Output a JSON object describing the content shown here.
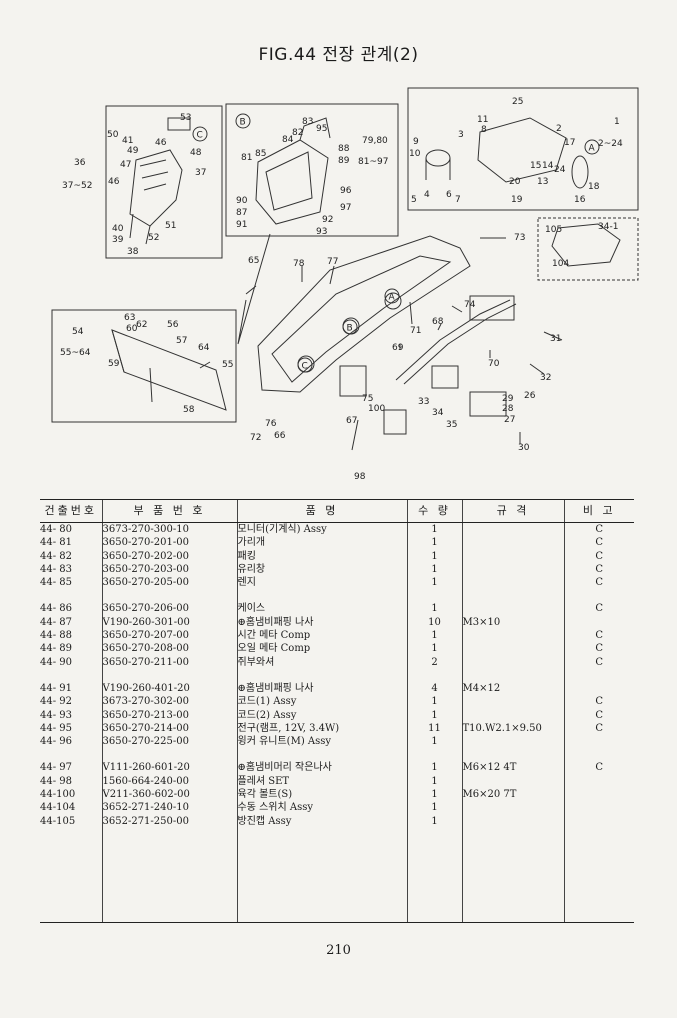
{
  "figure": {
    "title": "FIG.44 전장 관계(2)"
  },
  "callouts": [
    "53",
    "50",
    "41",
    "46",
    "49",
    "48",
    "36",
    "37~52",
    "47",
    "46",
    "37",
    "40",
    "39",
    "52",
    "38",
    "51",
    "83",
    "95",
    "84",
    "82",
    "88",
    "89",
    "85",
    "81",
    "79,80",
    "81~97",
    "90",
    "87",
    "91",
    "96",
    "97",
    "92",
    "93",
    "25",
    "11",
    "8",
    "3",
    "2",
    "17",
    "1",
    "2~24",
    "9",
    "10",
    "4",
    "6",
    "7",
    "5",
    "20",
    "13",
    "19",
    "15",
    "14",
    "24",
    "18",
    "16",
    "105",
    "34-1",
    "104",
    "73",
    "65",
    "78",
    "77",
    "54",
    "55~64",
    "63",
    "62",
    "56",
    "60",
    "57",
    "59",
    "64",
    "55",
    "58",
    "72",
    "76",
    "66",
    "67",
    "75",
    "100",
    "98",
    "71",
    "74",
    "68",
    "69",
    "70",
    "31",
    "32",
    "33",
    "34",
    "35",
    "29",
    "28",
    "27",
    "26",
    "30"
  ],
  "circle_labels": [
    "A",
    "B",
    "C"
  ],
  "table": {
    "headers": [
      "건출번호",
      "부 품 번 호",
      "품 명",
      "수 량",
      "규 격",
      "비 고"
    ],
    "groups": [
      [
        {
          "no": "44- 80",
          "part": "3673-270-300-10",
          "name": "모니터(기계식) Assy",
          "qty": "1",
          "spec": "",
          "note": "C"
        },
        {
          "no": "44- 81",
          "part": "3650-270-201-00",
          "name": "가리개",
          "qty": "1",
          "spec": "",
          "note": "C"
        },
        {
          "no": "44- 82",
          "part": "3650-270-202-00",
          "name": "패킹",
          "qty": "1",
          "spec": "",
          "note": "C"
        },
        {
          "no": "44- 83",
          "part": "3650-270-203-00",
          "name": "유리창",
          "qty": "1",
          "spec": "",
          "note": "C"
        },
        {
          "no": "44- 85",
          "part": "3650-270-205-00",
          "name": "렌지",
          "qty": "1",
          "spec": "",
          "note": "C"
        }
      ],
      [
        {
          "no": "44- 86",
          "part": "3650-270-206-00",
          "name": "케이스",
          "qty": "1",
          "spec": "",
          "note": "C"
        },
        {
          "no": "44- 87",
          "part": "V190-260-301-00",
          "name": "⊕홈냄비패핑 나사",
          "qty": "10",
          "spec": "M3×10",
          "note": ""
        },
        {
          "no": "44- 88",
          "part": "3650-270-207-00",
          "name": "시간 메타 Comp",
          "qty": "1",
          "spec": "",
          "note": "C"
        },
        {
          "no": "44- 89",
          "part": "3650-270-208-00",
          "name": "오일 메타 Comp",
          "qty": "1",
          "spec": "",
          "note": "C"
        },
        {
          "no": "44- 90",
          "part": "3650-270-211-00",
          "name": "쥐부와셔",
          "qty": "2",
          "spec": "",
          "note": "C"
        }
      ],
      [
        {
          "no": "44- 91",
          "part": "V190-260-401-20",
          "name": "⊕홈냄비패핑 나사",
          "qty": "4",
          "spec": "M4×12",
          "note": ""
        },
        {
          "no": "44- 92",
          "part": "3673-270-302-00",
          "name": "코드(1) Assy",
          "qty": "1",
          "spec": "",
          "note": "C"
        },
        {
          "no": "44- 93",
          "part": "3650-270-213-00",
          "name": "코드(2) Assy",
          "qty": "1",
          "spec": "",
          "note": "C"
        },
        {
          "no": "44- 95",
          "part": "3650-270-214-00",
          "name": "전구(램프, 12V, 3.4W)",
          "qty": "11",
          "spec": "T10.W2.1×9.50",
          "note": "C"
        },
        {
          "no": "44- 96",
          "part": "3650-270-225-00",
          "name": "윙커 유니트(M) Assy",
          "qty": "1",
          "spec": "",
          "note": ""
        }
      ],
      [
        {
          "no": "44- 97",
          "part": "V111-260-601-20",
          "name": "⊕홈냄비머리 작은나사",
          "qty": "1",
          "spec": "M6×12 4T",
          "note": "C"
        },
        {
          "no": "44- 98",
          "part": "1560-664-240-00",
          "name": "플레셔 SET",
          "qty": "1",
          "spec": "",
          "note": ""
        },
        {
          "no": "44-100",
          "part": "V211-360-602-00",
          "name": "육각 볼트(S)",
          "qty": "1",
          "spec": "M6×20 7T",
          "note": ""
        },
        {
          "no": "44-104",
          "part": "3652-271-240-10",
          "name": "수동 스위치 Assy",
          "qty": "1",
          "spec": "",
          "note": ""
        },
        {
          "no": "44-105",
          "part": "3652-271-250-00",
          "name": "방진캡 Assy",
          "qty": "1",
          "spec": "",
          "note": ""
        }
      ]
    ]
  },
  "page_number": "210"
}
